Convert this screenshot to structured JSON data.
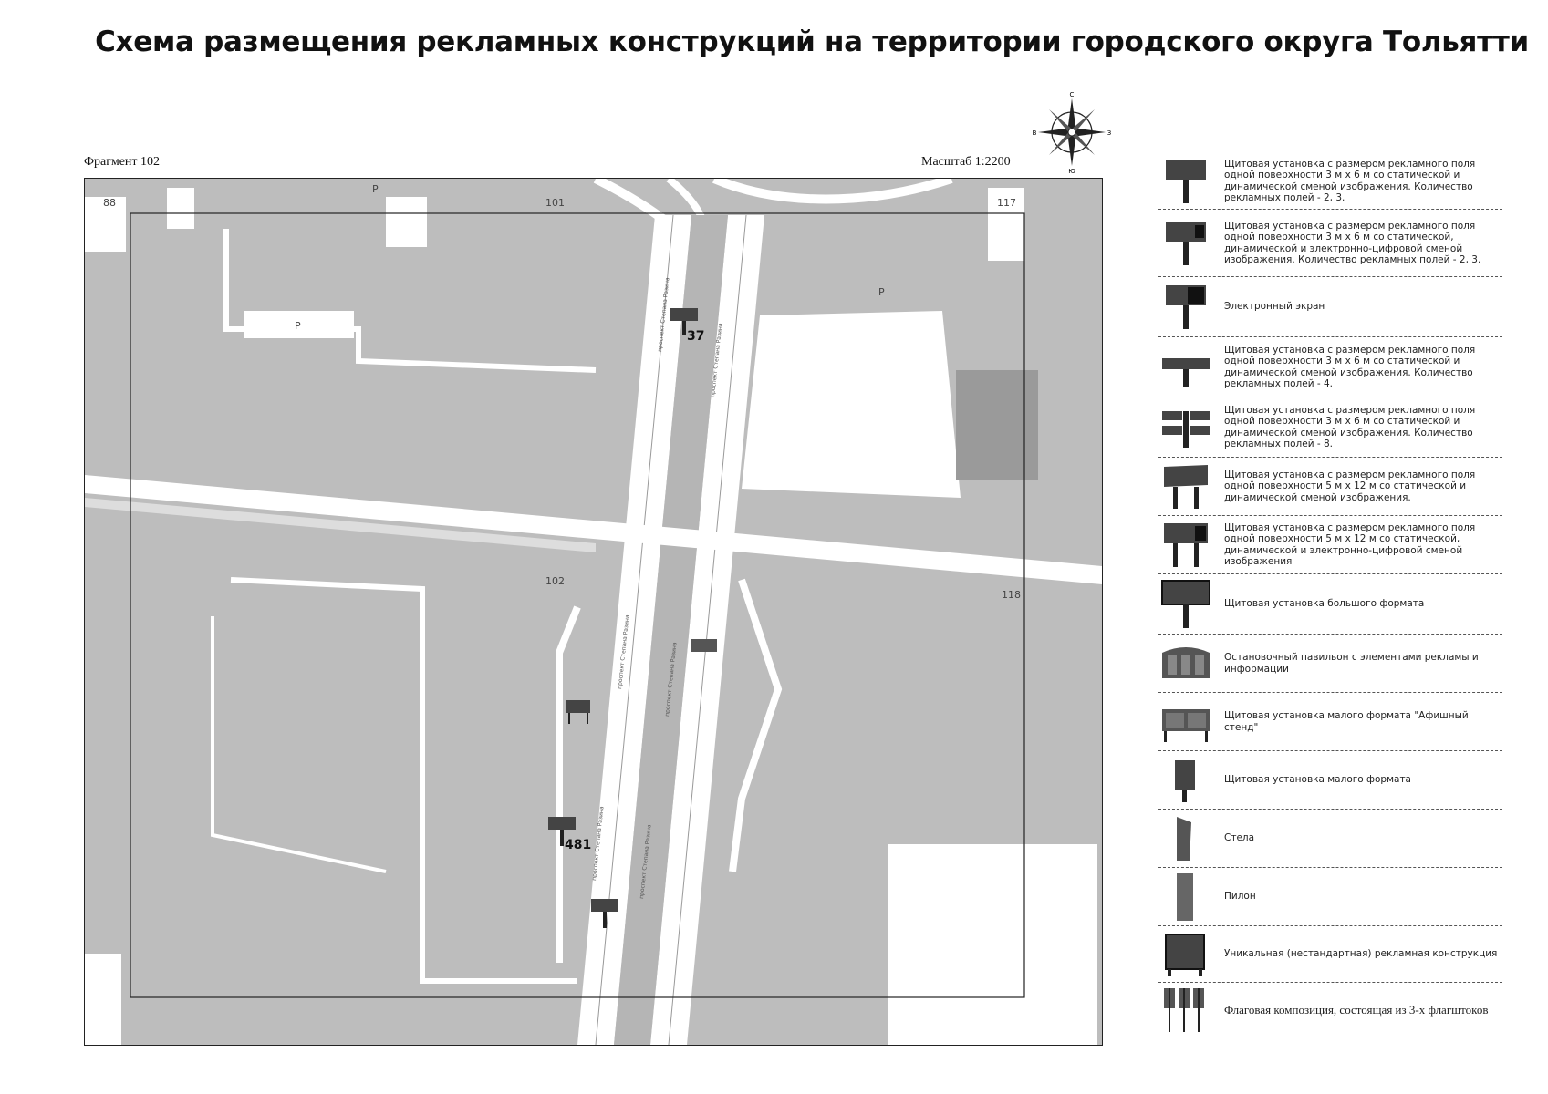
{
  "title": "Схема размещения рекламных конструкций на территории городского округа Тольятти",
  "fragment": "Фрагмент 102",
  "scale": "Масштаб 1:2200",
  "compass": {
    "n": "С",
    "s": "Ю",
    "w": "В",
    "e": "З"
  },
  "map": {
    "block_numbers": [
      "88",
      "101",
      "117",
      "102",
      "118"
    ],
    "street_name": "проспект Степана Разина",
    "parking_mark": "P",
    "markers": [
      {
        "id": "37",
        "type": "billboard-3x6-static-dynamic"
      },
      {
        "id": "481",
        "type": "billboard-3x6-static-dynamic"
      }
    ]
  },
  "legend": [
    {
      "icon": "billboard-3x6-icon",
      "text": "Щитовая установка с размером рекламного поля одной поверхности 3 м х 6 м со статической и динамической сменой изображения. Количество рекламных полей - 2, 3."
    },
    {
      "icon": "billboard-3x6-digital-icon",
      "text": "Щитовая установка с размером рекламного поля одной поверхности 3 м х 6 м со статической, динамической и электронно-цифровой сменой изображения. Количество рекламных полей - 2, 3."
    },
    {
      "icon": "electronic-screen-icon",
      "text": "Электронный экран"
    },
    {
      "icon": "billboard-4-fields-icon",
      "text": "Щитовая установка с размером рекламного поля одной поверхности 3 м х 6 м со статической и динамической сменой изображения. Количество рекламных полей - 4."
    },
    {
      "icon": "billboard-8-fields-icon",
      "text": "Щитовая установка с размером рекламного поля одной поверхности 3 м х 6 м со статической и динамической сменой изображения. Количество рекламных полей - 8."
    },
    {
      "icon": "billboard-5x12-icon",
      "text": "Щитовая установка с размером рекламного поля одной поверхности 5 м х 12 м со статической и динамической сменой изображения."
    },
    {
      "icon": "billboard-5x12-digital-icon",
      "text": "Щитовая установка с размером рекламного поля одной поверхности 5 м х 12 м со статической, динамической и электронно-цифровой сменой изображения"
    },
    {
      "icon": "large-format-billboard-icon",
      "text": "Щитовая установка большого формата"
    },
    {
      "icon": "bus-stop-pavilion-icon",
      "text": "Остановочный павильон с элементами рекламы и информации"
    },
    {
      "icon": "poster-stand-icon",
      "text": "Щитовая установка малого формата \"Афишный стенд\""
    },
    {
      "icon": "small-format-billboard-icon",
      "text": "Щитовая установка малого формата"
    },
    {
      "icon": "stele-icon",
      "text": "Стела"
    },
    {
      "icon": "pylon-icon",
      "text": "Пилон"
    },
    {
      "icon": "unique-structure-icon",
      "text": "Уникальная (нестандартная) рекламная конструкция"
    },
    {
      "icon": "flag-composition-icon",
      "text": "Флаговая композиция, состоящая из 3-х флагштоков"
    }
  ],
  "colors": {
    "map_fill": "#bdbdbd",
    "road_white": "#ffffff",
    "marker": "#444444"
  }
}
